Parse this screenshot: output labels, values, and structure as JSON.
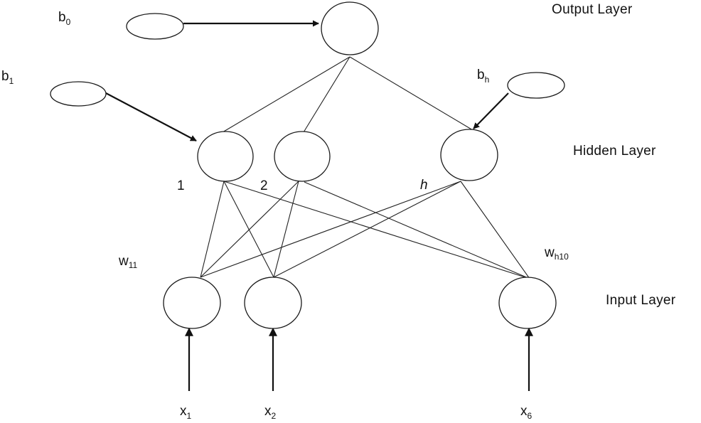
{
  "layers": {
    "output": "Output Layer",
    "hidden": "Hidden Layer",
    "input": "Input Layer"
  },
  "bias": {
    "b0": {
      "base": "b",
      "sub": "0"
    },
    "b1": {
      "base": "b",
      "sub": "1"
    },
    "bh": {
      "base": "b",
      "sub": "h"
    }
  },
  "hidden_nodes": [
    "1",
    "2",
    "h"
  ],
  "weights": {
    "w11": {
      "base": "w",
      "sub": "11"
    },
    "wh10": {
      "base": "w",
      "sub": "h10"
    }
  },
  "inputs": [
    {
      "base": "x",
      "sub": "1"
    },
    {
      "base": "x",
      "sub": "2"
    },
    {
      "base": "x",
      "sub": "6"
    }
  ]
}
